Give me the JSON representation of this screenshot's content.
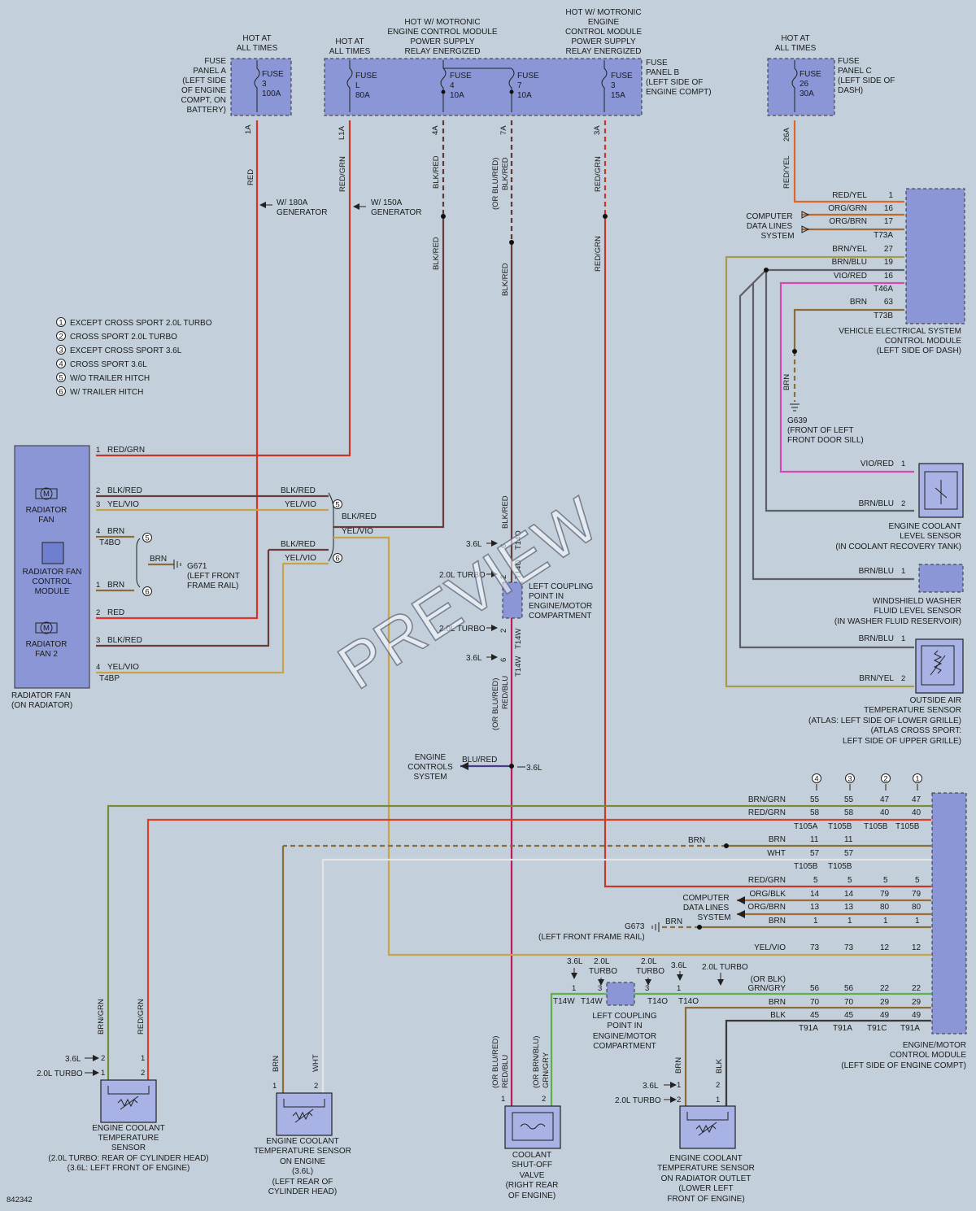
{
  "fuses": {
    "a": {
      "hot": [
        "HOT AT",
        "ALL TIMES"
      ],
      "fuse": [
        "FUSE",
        "3",
        "100A"
      ],
      "panel": [
        "FUSE",
        "PANEL A",
        "(LEFT SIDE",
        "OF ENGINE",
        "COMPT, ON",
        "BATTERY)"
      ],
      "pin": "1A"
    },
    "b": {
      "panel": [
        "FUSE",
        "PANEL B",
        "(LEFT SIDE OF",
        "ENGINE COMPT)"
      ],
      "hot1": [
        "HOT AT",
        "ALL TIMES"
      ],
      "hot2": [
        "HOT W/ MOTRONIC",
        "ENGINE CONTROL MODULE",
        "POWER SUPPLY",
        "RELAY ENERGIZED"
      ],
      "hot3": [
        "HOT W/ MOTRONIC",
        "ENGINE",
        "CONTROL MODULE",
        "POWER SUPPLY",
        "RELAY ENERGIZED"
      ],
      "f1": [
        "FUSE",
        "L",
        "80A"
      ],
      "f2": [
        "FUSE",
        "4",
        "10A"
      ],
      "f3": [
        "FUSE",
        "7",
        "10A"
      ],
      "f4": [
        "FUSE",
        "3",
        "15A"
      ],
      "pins": [
        "L1A",
        "4A",
        "7A",
        "3A"
      ]
    },
    "c": {
      "hot": [
        "HOT AT",
        "ALL TIMES"
      ],
      "fuse": [
        "FUSE",
        "26",
        "30A"
      ],
      "panel": [
        "FUSE",
        "PANEL C",
        "(LEFT SIDE OF",
        "DASH)"
      ],
      "pin": "26A"
    }
  },
  "wires": {
    "red": "RED",
    "red_grn": "RED/GRN",
    "blk_red": "BLK/RED",
    "blk_red_alt": "(OR BLU/RED)",
    "blk_red2": "BLK/RED",
    "red_grn2": "RED/GRN",
    "red_yel": "RED/YEL",
    "gen180": [
      "W/ 180A",
      "GENERATOR"
    ],
    "gen150": [
      "W/ 150A",
      "GENERATOR"
    ],
    "red_blu": "RED/BLU",
    "red_blu_alt": "(OR BLU/RED)",
    "blu_red": "BLU/RED",
    "brn": "BRN",
    "brn_grn": "BRN/GRN",
    "wht": "WHT",
    "grn_gry": "GRN/GRY",
    "grn_gry_alt": "(OR BRN/BLU)",
    "blk": "BLK",
    "yel_vio": "YEL/VIO"
  },
  "legend": [
    {
      "n": "1",
      "t": "EXCEPT CROSS SPORT 2.0L TURBO"
    },
    {
      "n": "2",
      "t": "CROSS SPORT 2.0L TURBO"
    },
    {
      "n": "3",
      "t": "EXCEPT CROSS SPORT 3.6L"
    },
    {
      "n": "4",
      "t": "CROSS SPORT 3.6L"
    },
    {
      "n": "5",
      "t": "W/O TRAILER HITCH"
    },
    {
      "n": "6",
      "t": "W/ TRAILER HITCH"
    }
  ],
  "radiator": {
    "fan1": [
      "RADIATOR",
      "FAN"
    ],
    "module": [
      "RADIATOR FAN",
      "CONTROL",
      "MODULE"
    ],
    "fan2": [
      "RADIATOR",
      "FAN 2"
    ],
    "name": [
      "RADIATOR FAN",
      "(ON RADIATOR)"
    ],
    "conn1": "T4BO",
    "conn2": "T4BP",
    "pins": [
      {
        "n": "1",
        "c": "RED/GRN"
      },
      {
        "n": "2",
        "c": "BLK/RED"
      },
      {
        "n": "3",
        "c": "YEL/VIO"
      },
      {
        "n": "4",
        "c": "BRN"
      },
      {
        "n": "1",
        "c": "BRN"
      },
      {
        "n": "2",
        "c": "RED"
      },
      {
        "n": "3",
        "c": "BLK/RED"
      },
      {
        "n": "4",
        "c": "YEL/VIO"
      }
    ],
    "g671": [
      "G671",
      "(LEFT FRONT",
      "FRAME RAIL)"
    ]
  },
  "vesc": {
    "name": [
      "VEHICLE ELECTRICAL SYSTEM",
      "CONTROL MODULE",
      "(LEFT SIDE OF DASH)"
    ],
    "cds": [
      "COMPUTER",
      "DATA LINES",
      "SYSTEM"
    ],
    "rows": [
      {
        "c": "RED/YEL",
        "p": "1"
      },
      {
        "c": "ORG/GRN",
        "p": "16"
      },
      {
        "c": "ORG/BRN",
        "p": "17"
      },
      {
        "conn": "T73A"
      },
      {
        "c": "BRN/YEL",
        "p": "27"
      },
      {
        "c": "BRN/BLU",
        "p": "19"
      },
      {
        "c": "VIO/RED",
        "p": "16"
      },
      {
        "conn": "T46A"
      },
      {
        "c": "BRN",
        "p": "63"
      },
      {
        "conn": "T73B"
      }
    ],
    "g639": [
      "G639",
      "(FRONT OF LEFT",
      "FRONT DOOR SILL)"
    ]
  },
  "sensors": {
    "coolant_level": {
      "name": [
        "ENGINE COOLANT",
        "LEVEL SENSOR",
        "(IN COOLANT RECOVERY TANK)"
      ],
      "w1": "VIO/RED",
      "p1": "1",
      "w2": "BRN/BLU",
      "p2": "2"
    },
    "washer": {
      "name": [
        "WINDSHIELD WASHER",
        "FLUID LEVEL SENSOR",
        "(IN WASHER FLUID RESERVOIR)"
      ],
      "w1": "BRN/BLU",
      "p1": "1"
    },
    "outside_air": {
      "name": [
        "OUTSIDE AIR",
        "TEMPERATURE SENSOR",
        "(ATLAS: LEFT SIDE OF LOWER GRILLE)",
        "(ATLAS CROSS SPORT:",
        "LEFT SIDE OF UPPER GRILLE)"
      ],
      "w1": "BRN/BLU",
      "p1": "1",
      "w2": "BRN/YEL",
      "p2": "2"
    },
    "ect1": {
      "name": [
        "ENGINE COOLANT",
        "TEMPERATURE",
        "SENSOR",
        "(2.0L TURBO: REAR OF CYLINDER HEAD)",
        "(3.6L: LEFT FRONT OF ENGINE)"
      ]
    },
    "ect2": {
      "name": [
        "ENGINE COOLANT",
        "TEMPERATURE SENSOR",
        "ON ENGINE",
        "(3.6L)",
        "(LEFT REAR OF",
        "CYLINDER HEAD)"
      ]
    },
    "valve": {
      "name": [
        "COOLANT",
        "SHUT-OFF",
        "VALVE",
        "(RIGHT REAR",
        "OF ENGINE)"
      ]
    },
    "ect3": {
      "name": [
        "ENGINE COOLANT",
        "TEMPERATURE SENSOR",
        "ON RADIATOR OUTLET",
        "(LOWER LEFT",
        "FRONT OF ENGINE)"
      ]
    }
  },
  "coupling": {
    "upper": [
      "LEFT COUPLING",
      "POINT IN",
      "ENGINE/MOTOR",
      "COMPARTMENT"
    ],
    "lower": [
      "LEFT COUPLING",
      "POINT IN",
      "ENGINE/MOTOR",
      "COMPARTMENT"
    ],
    "t14o": "T14O",
    "t14w": "T14W",
    "v36": "3.6L",
    "v20": "2.0L TURBO",
    "v20b": "2.0L",
    "turbo": "TURBO"
  },
  "ecm": {
    "name": [
      "ENGINE/MOTOR",
      "CONTROL MODULE",
      "(LEFT SIDE OF ENGINE COMPT)"
    ],
    "engine_controls": [
      "ENGINE",
      "CONTROLS",
      "SYSTEM"
    ],
    "g673": [
      "G673",
      "(LEFT FRONT FRAME RAIL)"
    ],
    "rows": [
      {
        "c": "BRN/GRN",
        "v": [
          "55",
          "55",
          "47",
          "47"
        ]
      },
      {
        "c": "RED/GRN",
        "v": [
          "58",
          "58",
          "40",
          "40"
        ]
      },
      {
        "conn": [
          "T105A",
          "T105B",
          "T105B",
          "T105B"
        ]
      },
      {
        "c": "BRN",
        "v": [
          "11",
          "11"
        ]
      },
      {
        "c": "WHT",
        "v": [
          "57",
          "57"
        ]
      },
      {
        "conn": [
          "T105B",
          "T105B"
        ]
      },
      {
        "c": "RED/GRN",
        "v": [
          "5",
          "5",
          "5",
          "5"
        ]
      },
      {
        "c": "ORG/BLK",
        "v": [
          "14",
          "14",
          "79",
          "79"
        ]
      },
      {
        "c": "ORG/BRN",
        "v": [
          "13",
          "13",
          "80",
          "80"
        ]
      },
      {
        "c": "BRN",
        "v": [
          "1",
          "1",
          "1",
          "1"
        ]
      },
      {
        "c": "YEL/VIO",
        "v": [
          "73",
          "73",
          "12",
          "12"
        ]
      },
      {
        "c": "(OR BLK)",
        "v": []
      },
      {
        "c": "GRN/GRY",
        "v": [
          "56",
          "56",
          "22",
          "22"
        ]
      },
      {
        "c": "BRN",
        "v": [
          "70",
          "70",
          "29",
          "29"
        ]
      },
      {
        "c": "BLK",
        "v": [
          "45",
          "45",
          "49",
          "49"
        ]
      },
      {
        "conn": [
          "T91A",
          "T91A",
          "T91C",
          "T91A"
        ]
      }
    ],
    "cols": [
      "4",
      "3",
      "2",
      "1"
    ]
  },
  "diagram_id": "842342",
  "watermark": "PREVIEW"
}
